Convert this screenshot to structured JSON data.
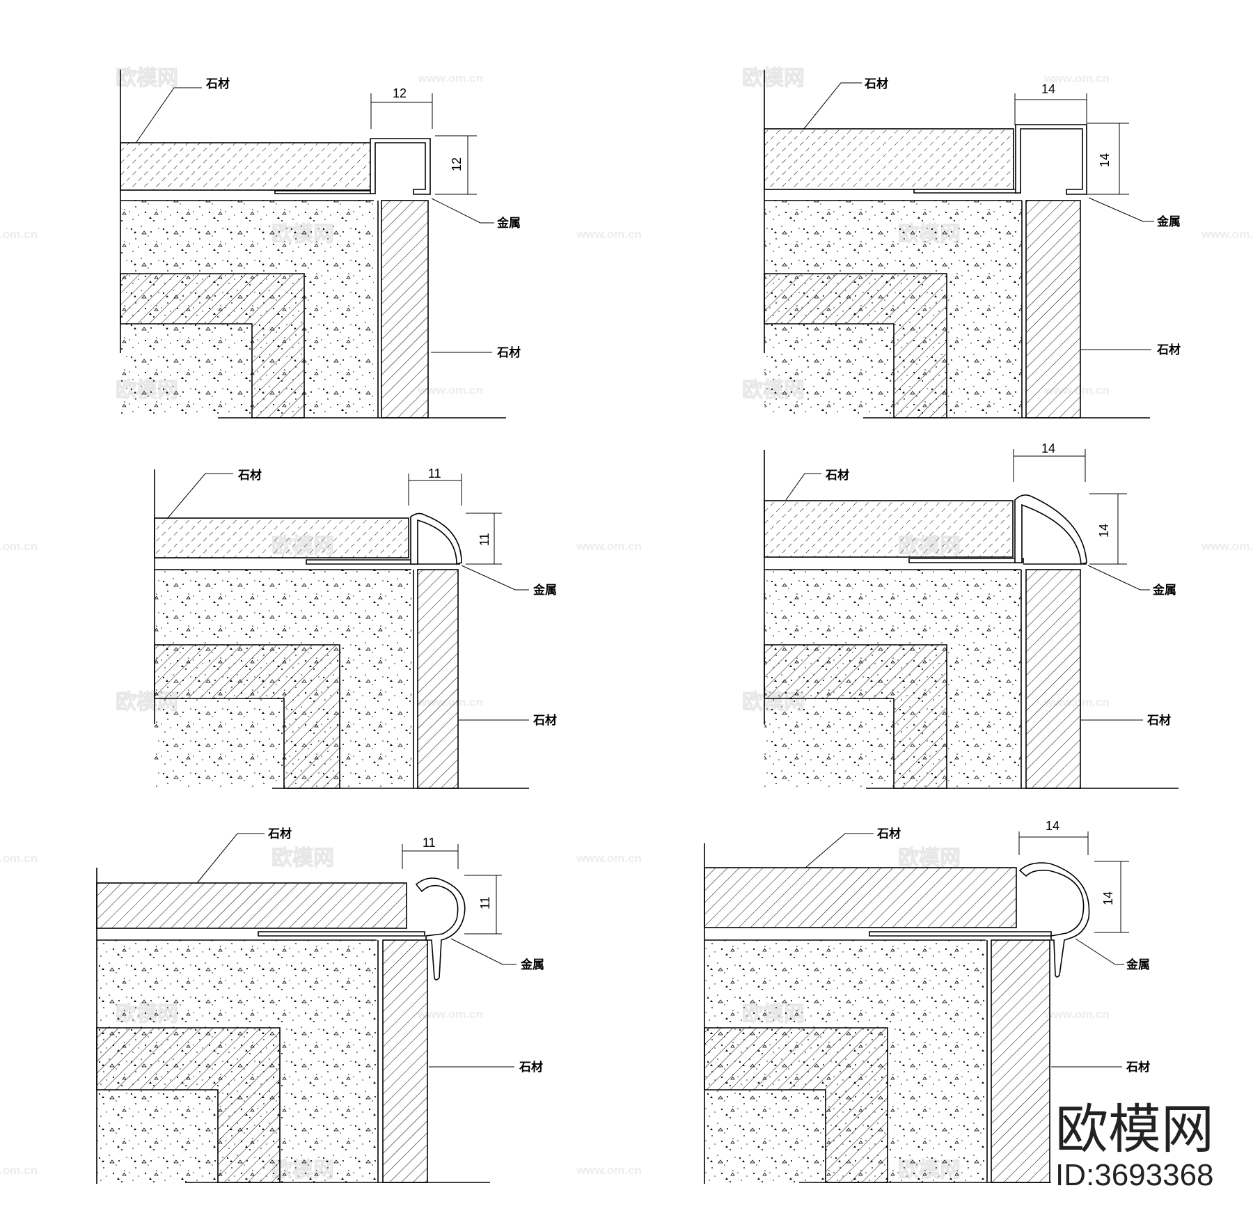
{
  "details": [
    {
      "label_stone_top": "石材",
      "label_metal": "金属",
      "label_stone_side": "石材",
      "dim_w": "12",
      "dim_h": "12"
    },
    {
      "label_stone_top": "石材",
      "label_metal": "金属",
      "label_stone_side": "石材",
      "dim_w": "14",
      "dim_h": "14"
    },
    {
      "label_stone_top": "石材",
      "label_metal": "金属",
      "label_stone_side": "石材",
      "dim_w": "11",
      "dim_h": "11"
    },
    {
      "label_stone_top": "石材",
      "label_metal": "金属",
      "label_stone_side": "石材",
      "dim_w": "14",
      "dim_h": "14"
    },
    {
      "label_stone_top": "石材",
      "label_metal": "金属",
      "label_stone_side": "石材",
      "dim_w": "11",
      "dim_h": "11"
    },
    {
      "label_stone_top": "石材",
      "label_metal": "金属",
      "label_stone_side": "石材",
      "dim_w": "14",
      "dim_h": "14"
    }
  ],
  "watermark": {
    "site": "www.om.cn",
    "name": "欧模网"
  },
  "brand": {
    "name": "欧模网",
    "id": "ID:3693368"
  }
}
